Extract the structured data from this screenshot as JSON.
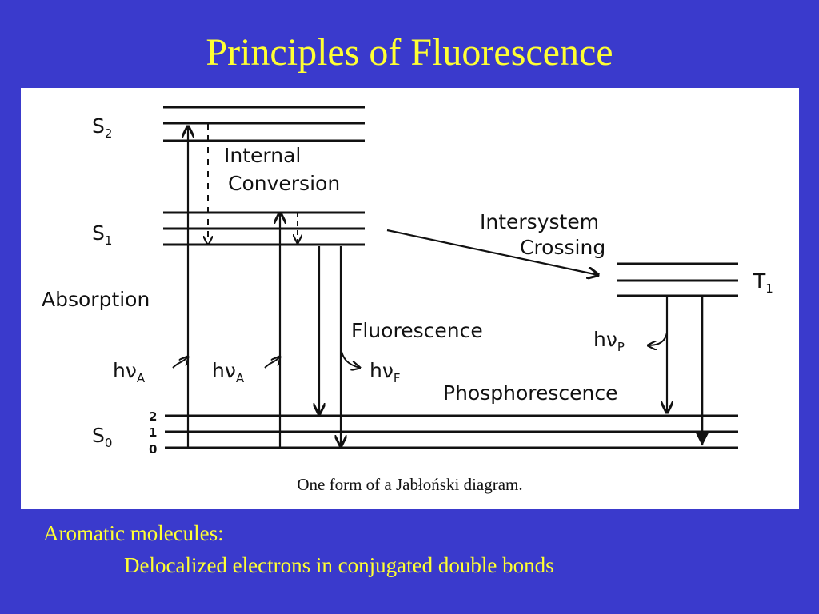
{
  "slide": {
    "title": "Principles of Fluorescence",
    "notes": {
      "line1": "Aromatic molecules:",
      "line2": "Delocalized electrons in conjugated double bonds"
    }
  },
  "diagram": {
    "caption": "One form of a Jabłoński diagram.",
    "states": {
      "s2": {
        "base": "S",
        "sub": "2"
      },
      "s1": {
        "base": "S",
        "sub": "1"
      },
      "s0": {
        "base": "S",
        "sub": "0"
      },
      "t1": {
        "base": "T",
        "sub": "1"
      }
    },
    "vibrational_levels": [
      "2",
      "1",
      "0"
    ],
    "labels": {
      "internal_conversion_1": "Internal",
      "internal_conversion_2": "Conversion",
      "intersystem_crossing_1": "Intersystem",
      "intersystem_crossing_2": "Crossing",
      "absorption": "Absorption",
      "fluorescence": "Fluorescence",
      "phosphorescence": "Phosphorescence"
    },
    "photons": {
      "absorption_1": {
        "base": "hν",
        "sub": "A"
      },
      "absorption_2": {
        "base": "hν",
        "sub": "A"
      },
      "fluorescence": {
        "base": "hν",
        "sub": "F"
      },
      "phosphorescence": {
        "base": "hν",
        "sub": "P"
      }
    },
    "colors": {
      "background": "#3a3acc",
      "title_text": "#ffff33",
      "panel": "#ffffff",
      "ink": "#111111"
    }
  }
}
